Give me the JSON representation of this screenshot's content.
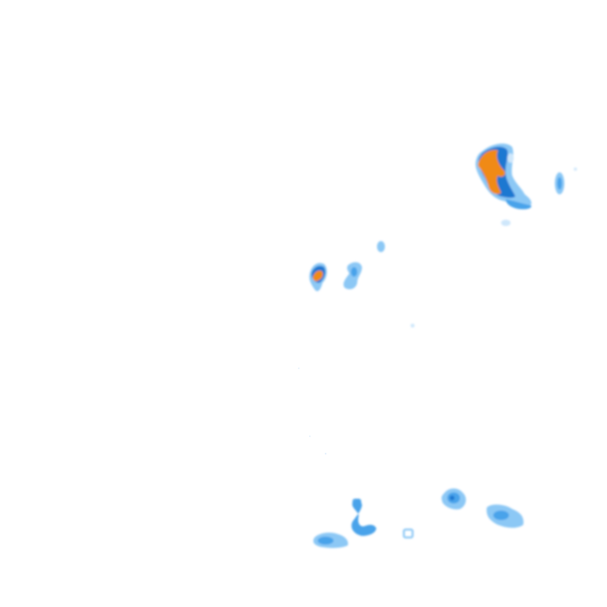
{
  "colors": {
    "background": "#ffffff",
    "light_blue": "#cfe7fb",
    "mid_blue": "#8cc8f5",
    "blue": "#4aa3ea",
    "dark_blue": "#1f78d1",
    "navy": "#0d4e9a",
    "orange": "#f08a14"
  },
  "radar_cells": [
    {
      "name": "northeast-storm",
      "intensity": "high",
      "has_core": true
    },
    {
      "name": "east-small-cell",
      "intensity": "low",
      "has_core": false
    },
    {
      "name": "central-storm",
      "intensity": "high",
      "has_core": true
    },
    {
      "name": "central-east-cell",
      "intensity": "low",
      "has_core": false
    },
    {
      "name": "south-cluster-west",
      "intensity": "moderate",
      "has_core": false
    },
    {
      "name": "south-cluster-middle",
      "intensity": "moderate",
      "has_core": false
    },
    {
      "name": "south-cluster-east",
      "intensity": "moderate",
      "has_core": false
    }
  ]
}
